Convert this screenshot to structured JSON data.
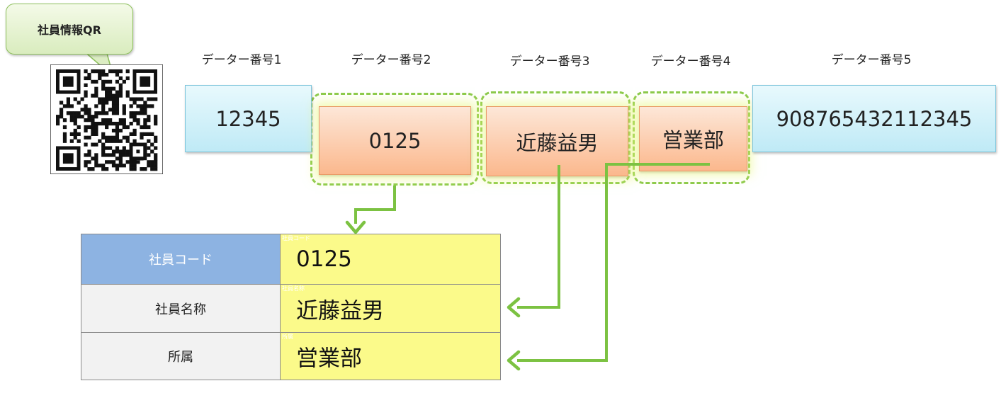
{
  "callout": {
    "label": "社員情報QR"
  },
  "headers": [
    "データー番号1",
    "データー番号2",
    "データー番号3",
    "データー番号4",
    "データー番号5"
  ],
  "data_fields": [
    "12345",
    "0125",
    "近藤益男",
    "営業部",
    "908765432112345"
  ],
  "form": {
    "rows": [
      {
        "label": "社員コード",
        "small_label": "社員コード",
        "value": "0125"
      },
      {
        "label": "社員名称",
        "small_label": "社員名称",
        "value": "近藤益男"
      },
      {
        "label": "所属",
        "small_label": "所属",
        "value": "営業部"
      }
    ]
  },
  "colors": {
    "header_cell": "#8db3e2",
    "label_cell": "#f2f2f2",
    "value_cell": "#fbfa8a",
    "arrow": "#7cc242",
    "highlight_dash": "#8bc94a"
  },
  "icons": {
    "qr": "qr-code-icon"
  }
}
